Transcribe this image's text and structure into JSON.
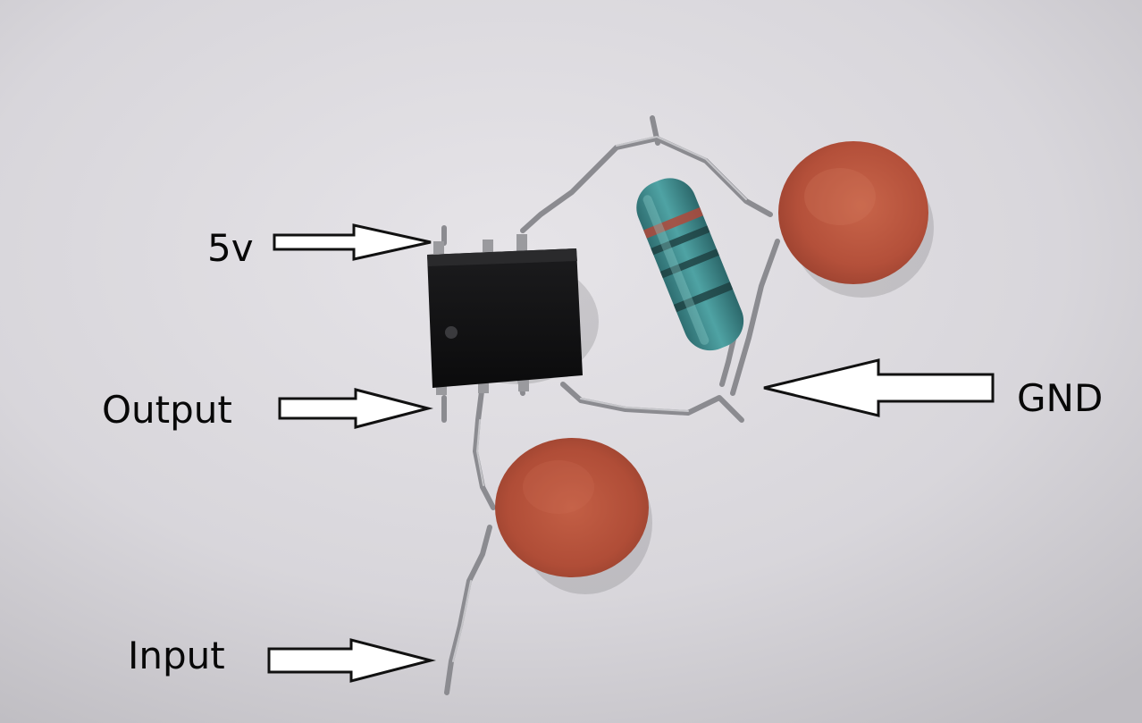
{
  "labels": {
    "v5": "5v",
    "output": "Output",
    "gnd": "GND",
    "input": "Input"
  },
  "colors": {
    "background": "#d9d7dc",
    "ic_body": "#111112",
    "capacitor": "#b8533a",
    "resistor": "#3f8e91",
    "lead_wire": "#8a8a8e",
    "label_text": "#080808"
  },
  "objects": [
    "ic-chip",
    "resistor",
    "ceramic-capacitor-top",
    "ceramic-capacitor-bottom",
    "solder-leads",
    "arrow-icon"
  ]
}
